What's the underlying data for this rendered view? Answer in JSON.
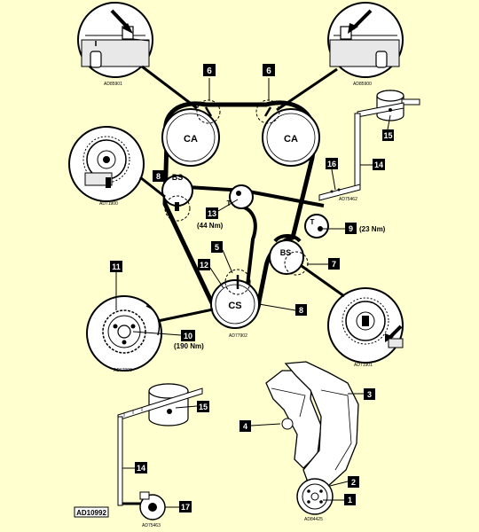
{
  "colors": {
    "background": "#ffffd0",
    "ink": "#000000",
    "paper": "#ffffff",
    "shade": "#d8d8d8"
  },
  "pulleys": {
    "camshaft_left": "CA",
    "camshaft_right": "CA",
    "balancer_shaft_upper": "BS",
    "balancer_shaft_lower": "BS",
    "crankshaft": "CS",
    "tensioner_upper": "T",
    "tensioner_lower": "T"
  },
  "callouts": {
    "c1": "1",
    "c2": "2",
    "c3": "3",
    "c4": "4",
    "c5": "5",
    "c6a": "6",
    "c6b": "6",
    "c7": "7",
    "c8a": "8",
    "c8b": "8",
    "c9": "9",
    "c10": "10",
    "c11": "11",
    "c12": "12",
    "c13": "13",
    "c14a": "14",
    "c14b": "14",
    "c15a": "15",
    "c15b": "15",
    "c16": "16",
    "c17": "17"
  },
  "torques": {
    "t13": "(44 Nm)",
    "t9": "(23 Nm)",
    "t10": "(190 Nm)"
  },
  "figure_codes": {
    "top_left": "AD85901",
    "top_right": "AD85900",
    "left_mid": "AD71900",
    "center_bottom": "AD77902",
    "right_mid": "AD71901",
    "right_gauge": "AD75462",
    "bottom_left_sprocket": "AD67900",
    "bottom_left_gauge": "AD75463",
    "cover_pulley": "AD84425"
  },
  "figure_id": "AD10992"
}
